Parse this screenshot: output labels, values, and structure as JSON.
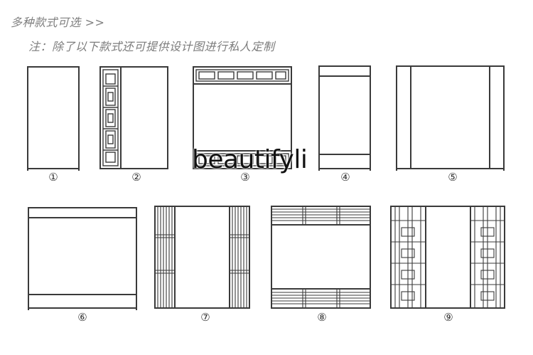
{
  "heading": "多种款式可选 >>",
  "note": "注：除了以下款式还可提供设计图进行私人定制",
  "styles": [
    {
      "number": "①"
    },
    {
      "number": "②"
    },
    {
      "number": "③"
    },
    {
      "number": "④"
    },
    {
      "number": "⑤"
    },
    {
      "number": "⑥"
    },
    {
      "number": "⑦"
    },
    {
      "number": "⑧"
    },
    {
      "number": "⑨"
    }
  ],
  "watermark": "beautifyli",
  "colors": {
    "frame": "#3a3a3a",
    "text": "#7a7a7a"
  }
}
